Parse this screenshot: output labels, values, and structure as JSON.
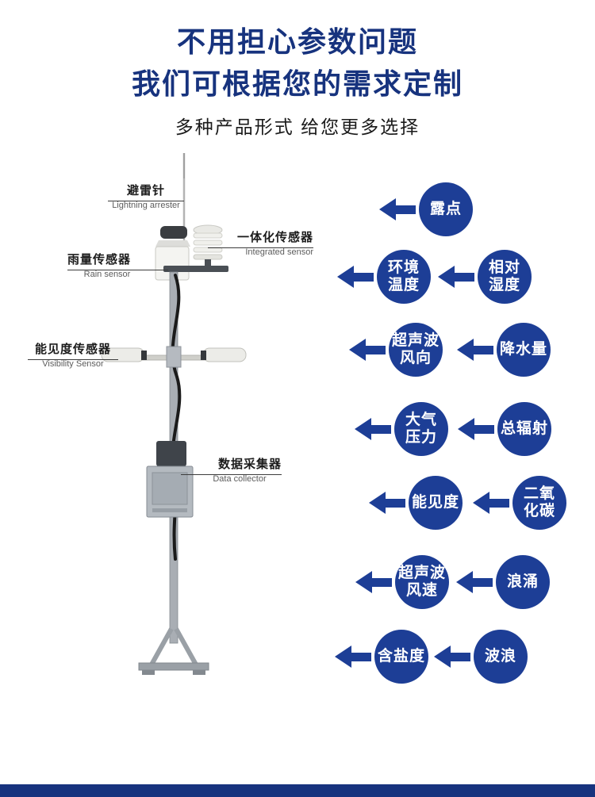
{
  "page": {
    "title_line1": "不用担心参数问题",
    "title_line2": "我们可根据您的需求定制",
    "subtitle": "多种产品形式 给您更多选择"
  },
  "colors": {
    "accent_blue": "#1d3e96",
    "title_blue": "#17337e",
    "footer_blue": "#17337e"
  },
  "station": {
    "callouts": [
      {
        "cn": "避雷针",
        "en": "Lightning arrester"
      },
      {
        "cn": "一体化传感器",
        "en": "Integrated sensor"
      },
      {
        "cn": "雨量传感器",
        "en": "Rain sensor"
      },
      {
        "cn": "能见度传感器",
        "en": "Visibility Sensor"
      },
      {
        "cn": "数据采集器",
        "en": "Data collector"
      }
    ]
  },
  "badges": [
    {
      "label": "露点"
    },
    {
      "label": "环境\n温度"
    },
    {
      "label": "相对\n湿度"
    },
    {
      "label": "超声波\n风向"
    },
    {
      "label": "降水量"
    },
    {
      "label": "大气\n压力"
    },
    {
      "label": "总辐射"
    },
    {
      "label": "能见度"
    },
    {
      "label": "二氧\n化碳"
    },
    {
      "label": "超声波\n风速"
    },
    {
      "label": "浪涌"
    },
    {
      "label": "含盐度"
    },
    {
      "label": "波浪"
    }
  ]
}
